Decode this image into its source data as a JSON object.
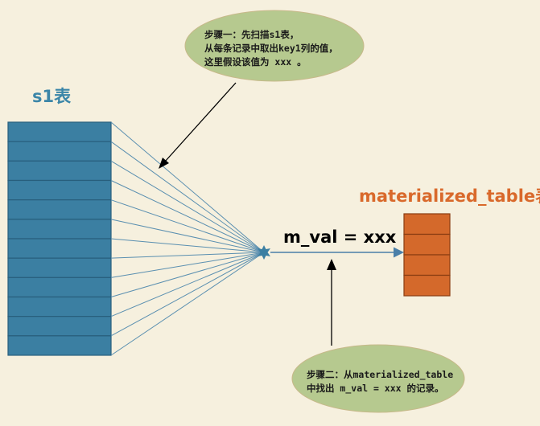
{
  "diagram": {
    "s1_table": {
      "title": "s1表",
      "row_count": 12,
      "fill_color": "#3b7fa2",
      "border_color": "#285f7d"
    },
    "materialized_table": {
      "title": "materialized_table表",
      "row_count": 4,
      "fill_color": "#d4692b",
      "border_color": "#8a3d12"
    },
    "connector_label": "m_val = xxx",
    "step1_callout": {
      "lines": [
        "步骤一：先扫描s1表，",
        "从每条记录中取出key1列的值，",
        "这里假设该值为 xxx 。"
      ],
      "fill_color": "#b6c98f"
    },
    "step2_callout": {
      "lines": [
        "步骤二：从materialized_table",
        "中找出 m_val = xxx 的记录。"
      ],
      "fill_color": "#b6c98f"
    },
    "colors": {
      "background": "#f6f0de",
      "fan_lines": "#5a8fb0",
      "arrow": "#4a7fa8",
      "callout_pointer": "#000000"
    }
  }
}
